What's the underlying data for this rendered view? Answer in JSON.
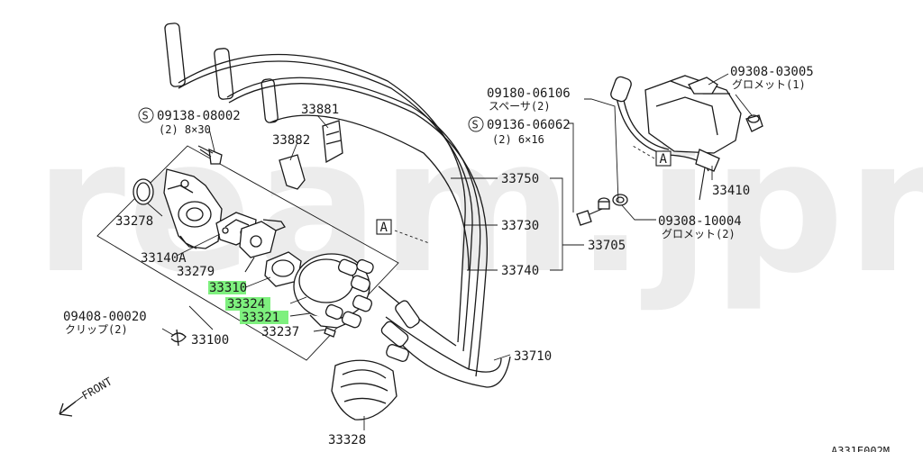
{
  "watermark": "ream.jpn",
  "callouts": {
    "p09138": "09138-08002",
    "p09138_sub": "(2) 8×30",
    "p33881": "33881",
    "p33882": "33882",
    "p33278": "33278",
    "p33140a": "33140A",
    "p33279": "33279",
    "p33310": "33310",
    "p33324": "33324",
    "p33321": "33321",
    "p33237": "33237",
    "p33100": "33100",
    "p09408": "09408-00020",
    "p09408_sub": "クリップ(2)",
    "p33328": "33328",
    "p33750": "33750",
    "p33730": "33730",
    "p33740": "33740",
    "p33705": "33705",
    "p33710": "33710",
    "p09180": "09180-06106",
    "p09180_sub": "スペーサ(2)",
    "p09136": "09136-06062",
    "p09136_sub": "(2) 6×16",
    "p09308a": "09308-03005",
    "p09308a_sub": "グロメット(1)",
    "p33410": "33410",
    "p09308b": "09308-10004",
    "p09308b_sub": "グロメット(2)"
  },
  "markers": {
    "s_symbol": "S",
    "ref_a": "A"
  },
  "front": {
    "label": "FRONT"
  },
  "diagram_code": "A331E002M",
  "colors": {
    "highlight": "#7ef07e",
    "watermark": "#ececec",
    "ink": "#1a1a1a"
  }
}
